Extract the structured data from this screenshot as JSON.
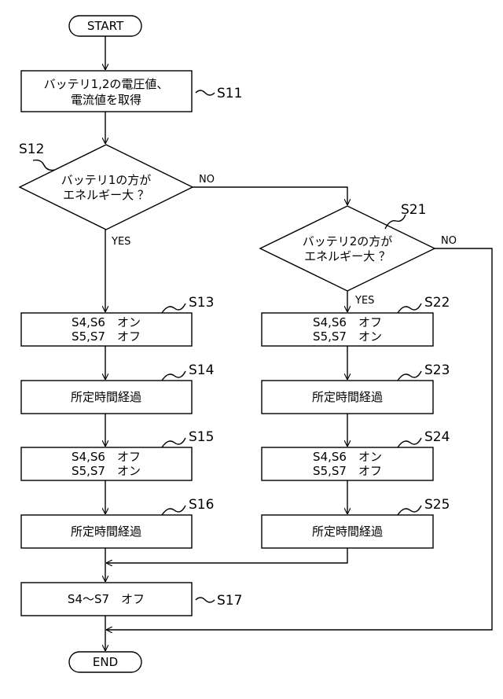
{
  "terminals": {
    "start": "START",
    "end": "END"
  },
  "steps": {
    "s11": {
      "label": "S11",
      "line1": "バッテリ1,2の電圧値、",
      "line2": "電流値を取得"
    },
    "s12": {
      "label": "S12",
      "line1": "バッテリ1の方が",
      "line2": "エネルギー大 ？"
    },
    "s13": {
      "label": "S13",
      "line1": "S4,S6　オン",
      "line2": "S5,S7　オフ"
    },
    "s14": {
      "label": "S14",
      "text": "所定時間経過"
    },
    "s15": {
      "label": "S15",
      "line1": "S4,S6　オフ",
      "line2": "S5,S7　オン"
    },
    "s16": {
      "label": "S16",
      "text": "所定時間経過"
    },
    "s17": {
      "label": "S17",
      "text": "S4〜S7　オフ"
    },
    "s21": {
      "label": "S21",
      "line1": "バッテリ2の方が",
      "line2": "エネルギー大 ？"
    },
    "s22": {
      "label": "S22",
      "line1": "S4,S6　オフ",
      "line2": "S5,S7　オン"
    },
    "s23": {
      "label": "S23",
      "text": "所定時間経過"
    },
    "s24": {
      "label": "S24",
      "line1": "S4,S6　オン",
      "line2": "S5,S7　オフ"
    },
    "s25": {
      "label": "S25",
      "text": "所定時間経過"
    }
  },
  "branches": {
    "s12_yes": "YES",
    "s12_no": "NO",
    "s21_yes": "YES",
    "s21_no": "NO"
  }
}
